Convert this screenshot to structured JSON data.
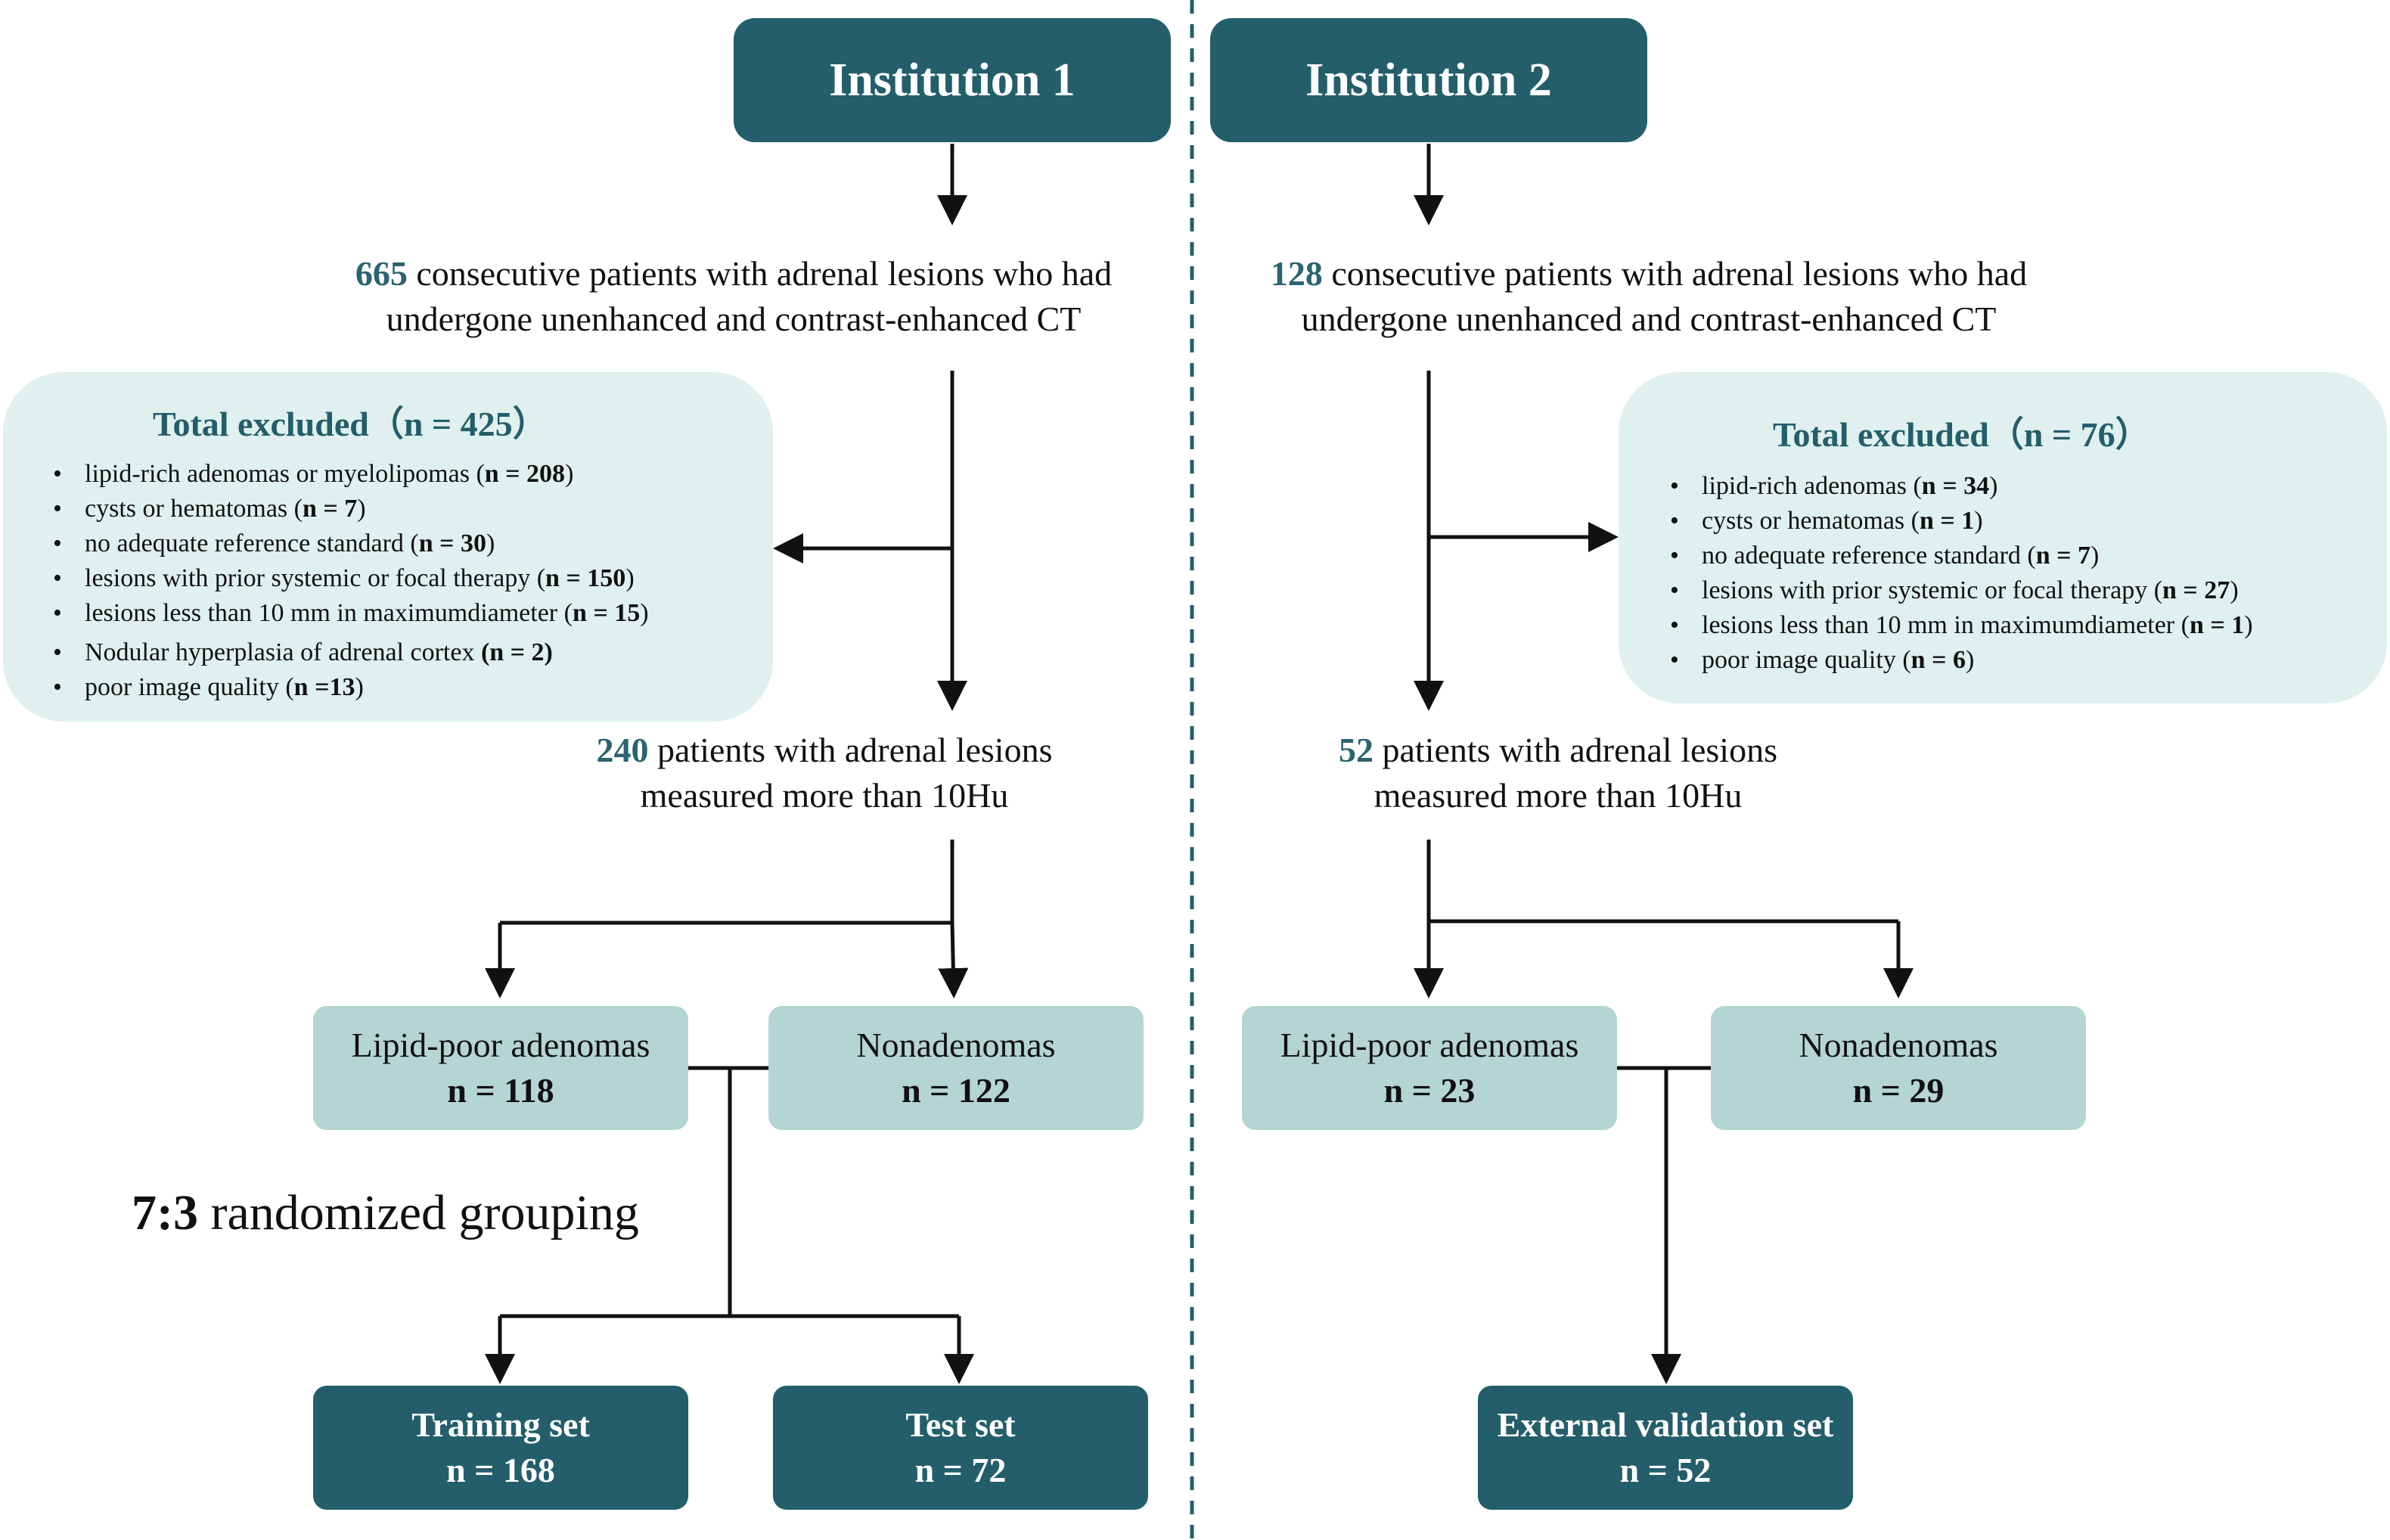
{
  "institution1": {
    "title": "Institution 1",
    "consecutive": {
      "count": "665",
      "line1": " consecutive patients with adrenal lesions who had",
      "line2": "undergone unenhanced and contrast-enhanced CT"
    },
    "excluded": {
      "title": "Total excluded（n = 425）",
      "items": [
        {
          "text": "lipid-rich adenomas or myelolipomas (",
          "n": "n = 208",
          "close": ")"
        },
        {
          "text": "cysts or hematomas (",
          "n": "n = 7",
          "close": ")"
        },
        {
          "text": "no adequate reference standard (",
          "n": "n = 30",
          "close": ")"
        },
        {
          "text": "lesions with prior systemic or focal therapy (",
          "n": "n = 150",
          "close": ")"
        },
        {
          "text": "lesions less than 10 mm in maximumdiameter (",
          "n": "n = 15",
          "close": ")"
        },
        {
          "text": "Nodular hyperplasia of adrenal cortex ",
          "n": "(n = 2)",
          "close": ""
        },
        {
          "text": "poor image quality (",
          "n": "n =13",
          "close": ")"
        }
      ]
    },
    "measured": {
      "count": "240",
      "line1": " patients with adrenal lesions",
      "line2": "measured more than 10Hu"
    },
    "lipid_poor": {
      "label": "Lipid-poor adenomas",
      "n": "n = 118"
    },
    "nonadenomas": {
      "label": "Nonadenomas",
      "n": "n = 122"
    },
    "grouping": {
      "ratio": "7:3",
      "text": " randomized grouping"
    },
    "training": {
      "label": "Training set",
      "n": "n = 168"
    },
    "test": {
      "label": "Test set",
      "n": "n = 72"
    }
  },
  "institution2": {
    "title": "Institution 2",
    "consecutive": {
      "count": "128",
      "line1": " consecutive patients with adrenal lesions who had",
      "line2": "undergone unenhanced and contrast-enhanced CT"
    },
    "excluded": {
      "title": "Total excluded（n = 76）",
      "items": [
        {
          "text": "lipid-rich adenomas  (",
          "n": "n = 34",
          "close": ")"
        },
        {
          "text": "cysts or hematomas (",
          "n": "n = 1",
          "close": ")"
        },
        {
          "text": "no adequate reference standard (",
          "n": "n = 7",
          "close": ")"
        },
        {
          "text": "lesions with prior systemic or focal therapy (",
          "n": "n = 27",
          "close": ")"
        },
        {
          "text": "lesions less than 10 mm in maximumdiameter (",
          "n": "n = 1",
          "close": ")"
        },
        {
          "text": "poor image quality (",
          "n": "n = 6",
          "close": ")"
        }
      ]
    },
    "measured": {
      "count": "52",
      "line1": " patients with adrenal lesions",
      "line2": "measured more than 10Hu"
    },
    "lipid_poor": {
      "label": "Lipid-poor adenomas",
      "n": "n = 23"
    },
    "nonadenomas": {
      "label": "Nonadenomas",
      "n": "n = 29"
    },
    "external": {
      "label": "External validation set",
      "n": "n = 52"
    }
  },
  "colors": {
    "dark_teal": "#235e6a",
    "light_teal": "#b5d5d2",
    "pale_teal": "#dff0ee",
    "count_text": "#2a6470"
  }
}
